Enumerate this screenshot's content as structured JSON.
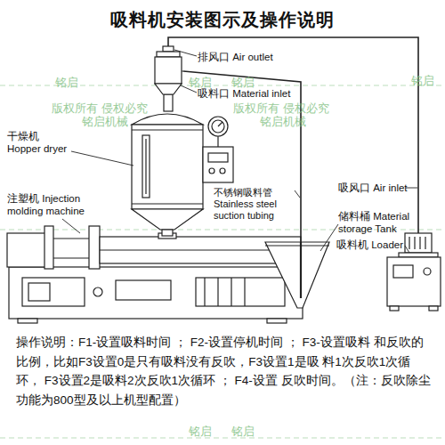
{
  "diagram": {
    "title": "吸料机安装图示及操作说明",
    "nodes": [
      {
        "text": [
          "排风口 Air outlet",
          "吸料口 Material inlet"
        ]
      },
      {
        "text": [
          "干燥机 Hopper dryer"
        ]
      },
      {
        "text": [
          "注塑机 Injection molding machine"
        ]
      },
      {
        "text": [
          "储料桶 Material storage Tank"
        ]
      },
      {
        "text": [
          "吸风口 Air inlet",
          "吸料机 Loader"
        ]
      }
    ],
    "edges": [
      {
        "from": 0,
        "to": 4,
        "arrow": "none"
      },
      {
        "from": 3,
        "to": 0,
        "arrow": "none"
      }
    ],
    "labels": [
      "不锈钢吸料管 Stainless steel suction tubing",
      "操作说明：F1-设置吸料时间 ； F2-设置停机时间 ； F3-设置吸料 和反吹的比例，比如F3设置0是只有吸料没有反吹，F3设置1是吸 料1次反吹1次循环， F3设置2是吸料2次反吹1次循环 ； F4-设置 反吹时间。（注：反吹除尘功能为800型及以上机型配置）",
      "铭启",
      "铭启",
      "铭启",
      "铭启",
      "版权所有 侵权必究",
      "版权所有 侵权必究",
      "铭启机械",
      "铭启机械",
      "铭启",
      "铭启"
    ]
  }
}
